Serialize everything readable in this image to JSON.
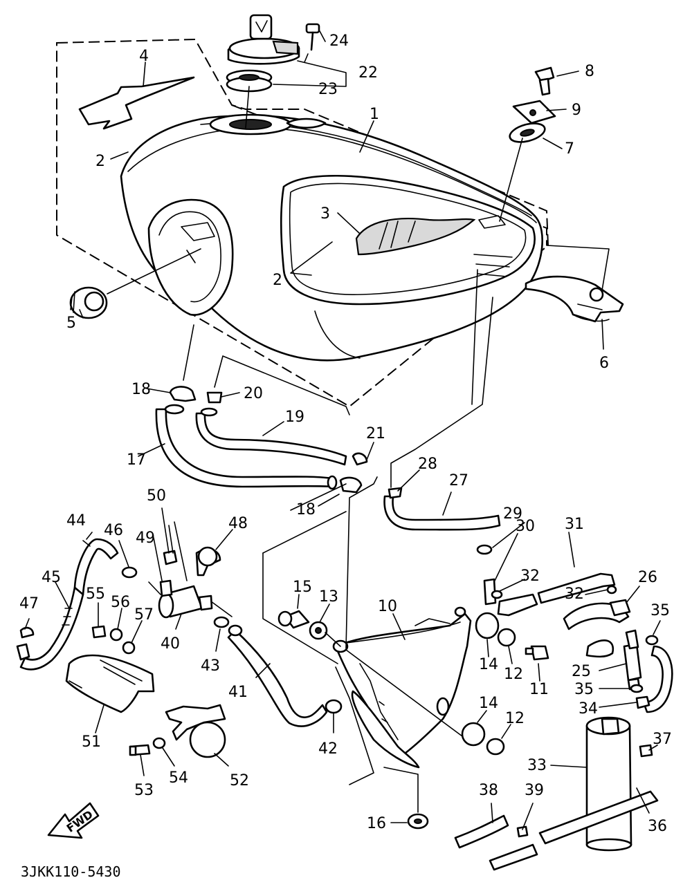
{
  "diagram_code": "3JKK110-5430",
  "fwd_label": "FWD",
  "callouts": [
    {
      "id": "c1",
      "text": "1"
    },
    {
      "id": "c2a",
      "text": "2"
    },
    {
      "id": "c2b",
      "text": "2"
    },
    {
      "id": "c3",
      "text": "3"
    },
    {
      "id": "c4",
      "text": "4"
    },
    {
      "id": "c5",
      "text": "5"
    },
    {
      "id": "c6",
      "text": "6"
    },
    {
      "id": "c7",
      "text": "7"
    },
    {
      "id": "c8",
      "text": "8"
    },
    {
      "id": "c9",
      "text": "9"
    },
    {
      "id": "c10",
      "text": "10"
    },
    {
      "id": "c11",
      "text": "11"
    },
    {
      "id": "c12a",
      "text": "12"
    },
    {
      "id": "c12b",
      "text": "12"
    },
    {
      "id": "c13",
      "text": "13"
    },
    {
      "id": "c14a",
      "text": "14"
    },
    {
      "id": "c14b",
      "text": "14"
    },
    {
      "id": "c15",
      "text": "15"
    },
    {
      "id": "c16",
      "text": "16"
    },
    {
      "id": "c17",
      "text": "17"
    },
    {
      "id": "c18a",
      "text": "18"
    },
    {
      "id": "c18b",
      "text": "18"
    },
    {
      "id": "c19",
      "text": "19"
    },
    {
      "id": "c20",
      "text": "20"
    },
    {
      "id": "c21",
      "text": "21"
    },
    {
      "id": "c22",
      "text": "22"
    },
    {
      "id": "c23",
      "text": "23"
    },
    {
      "id": "c24",
      "text": "24"
    },
    {
      "id": "c25",
      "text": "25"
    },
    {
      "id": "c26",
      "text": "26"
    },
    {
      "id": "c27",
      "text": "27"
    },
    {
      "id": "c28",
      "text": "28"
    },
    {
      "id": "c29",
      "text": "29"
    },
    {
      "id": "c30",
      "text": "30"
    },
    {
      "id": "c31",
      "text": "31"
    },
    {
      "id": "c32a",
      "text": "32"
    },
    {
      "id": "c32b",
      "text": "32"
    },
    {
      "id": "c33",
      "text": "33"
    },
    {
      "id": "c34",
      "text": "34"
    },
    {
      "id": "c35a",
      "text": "35"
    },
    {
      "id": "c35b",
      "text": "35"
    },
    {
      "id": "c36",
      "text": "36"
    },
    {
      "id": "c37",
      "text": "37"
    },
    {
      "id": "c38",
      "text": "38"
    },
    {
      "id": "c39",
      "text": "39"
    },
    {
      "id": "c40",
      "text": "40"
    },
    {
      "id": "c41",
      "text": "41"
    },
    {
      "id": "c42",
      "text": "42"
    },
    {
      "id": "c43",
      "text": "43"
    },
    {
      "id": "c44",
      "text": "44"
    },
    {
      "id": "c45",
      "text": "45"
    },
    {
      "id": "c46",
      "text": "46"
    },
    {
      "id": "c47",
      "text": "47"
    },
    {
      "id": "c48",
      "text": "48"
    },
    {
      "id": "c49",
      "text": "49"
    },
    {
      "id": "c50",
      "text": "50"
    },
    {
      "id": "c51",
      "text": "51"
    },
    {
      "id": "c52",
      "text": "52"
    },
    {
      "id": "c53",
      "text": "53"
    },
    {
      "id": "c54",
      "text": "54"
    },
    {
      "id": "c55",
      "text": "55"
    },
    {
      "id": "c56",
      "text": "56"
    },
    {
      "id": "c57",
      "text": "57"
    }
  ]
}
